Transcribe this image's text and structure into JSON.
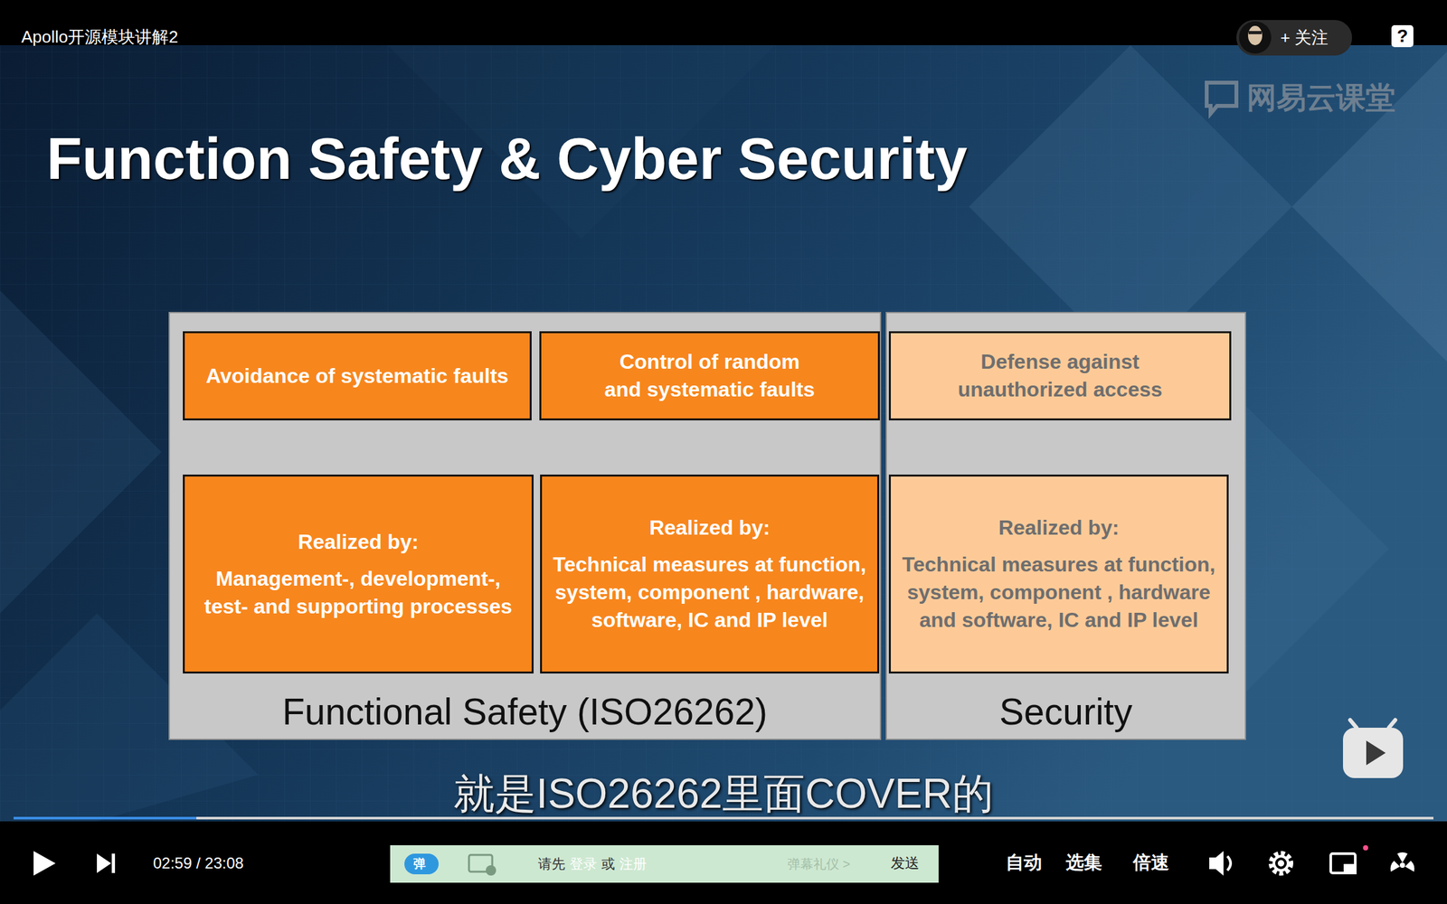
{
  "diagram": {
    "title": "Function Safety & Cyber Security",
    "nodes": [
      {
        "text": [
          "Functional Safety (ISO26262)"
        ]
      },
      {
        "text": [
          "Security"
        ]
      },
      {
        "text": [
          "Avoidance of systematic faults"
        ],
        "in": 0
      },
      {
        "text": [
          "Control of random and systematic faults"
        ],
        "in": 0
      },
      {
        "text": [
          "Defense against unauthorized access"
        ],
        "in": 1
      },
      {
        "text": [
          "Realized by:",
          "Management-, development-, test- and supporting processes"
        ],
        "in": 0
      },
      {
        "text": [
          "Realized by:",
          "Technical measures at function, system, component , hardware, software, IC and IP level"
        ],
        "in": 0
      },
      {
        "text": [
          "Realized by:",
          "Technical measures at function, system, component , hardware and software, IC and IP level"
        ],
        "in": 1
      }
    ],
    "edges": [
      {
        "from": 2,
        "to": 5,
        "arrow": "to"
      },
      {
        "from": 3,
        "to": 6,
        "arrow": "to"
      },
      {
        "from": 4,
        "to": 7,
        "arrow": "to"
      }
    ],
    "labels": [
      "Apollo开源模块讲解2",
      "+ 关注",
      "?",
      "网易云课堂",
      "就是ISO26262里面COVER的",
      "02:59 / 23:08",
      "弹",
      "请先",
      "登录",
      "或",
      "注册",
      "弹幕礼仪 >",
      "发送",
      "自动",
      "选集",
      "倍速"
    ]
  }
}
